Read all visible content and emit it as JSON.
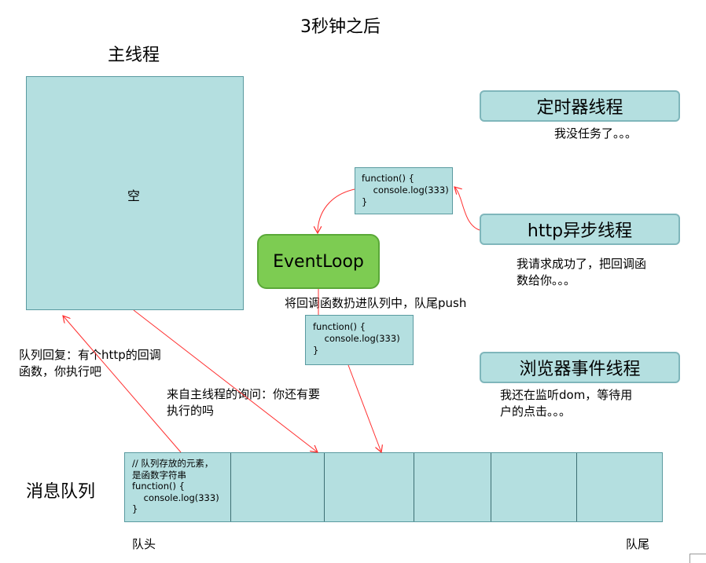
{
  "title": "3秒钟之后",
  "main_thread": {
    "label": "主线程",
    "content": "空"
  },
  "timer_thread": {
    "label": "定时器线程",
    "note": "我没任务了。。。"
  },
  "http_thread": {
    "label": "http异步线程",
    "note_line1": "我请求成功了，把回调函",
    "note_line2": "数给你。。。"
  },
  "browser_event_thread": {
    "label": "浏览器事件线程",
    "note_line1": "我还在监听dom，等待用",
    "note_line2": "户的点击。。。"
  },
  "callback_top": {
    "line1": "function() {",
    "line2": "    console.log(333)",
    "line3": "}"
  },
  "callback_mid": {
    "line1": "function() {",
    "line2": "    console.log(333)",
    "line3": "}"
  },
  "event_loop": {
    "label": "EventLoop",
    "push_note": "将回调函数扔进队列中，队尾push"
  },
  "queue_reply": {
    "line1": "队列回复：有个http的回调",
    "line2": "函数，你执行吧"
  },
  "main_query": {
    "line1": "来自主线程的询问：你还有要",
    "line2": "执行的吗"
  },
  "message_queue": {
    "label": "消息队列",
    "head_label": "队头",
    "tail_label": "队尾",
    "first_cell": {
      "comment1": "// 队列存放的元素，",
      "comment2": "是函数字符串",
      "line1": "function() {",
      "line2": "    console.log(333)",
      "line3": "}"
    }
  },
  "colors": {
    "box_fill": "#b4dfe0",
    "event_loop_fill": "#7dcc52",
    "arrow": "#ff3030"
  }
}
